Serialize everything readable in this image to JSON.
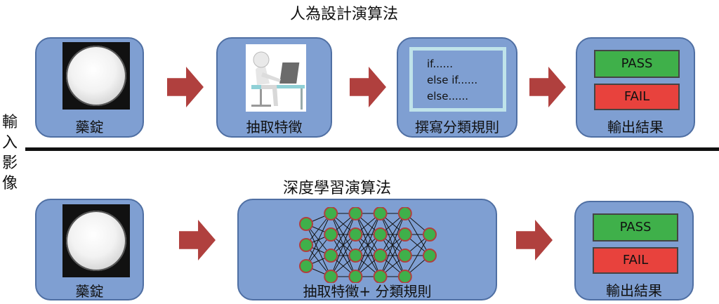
{
  "titles": {
    "top": "人為設計演算法",
    "bottom": "深度學習演算法"
  },
  "side_label": [
    "輸",
    "入",
    "影",
    "像"
  ],
  "top_row": {
    "pill_caption": "藥錠",
    "feature_caption": "抽取特徵",
    "rules_caption": "撰寫分類規則",
    "output_caption": "輸出結果",
    "code_lines": [
      "if......",
      "else if......",
      "else......"
    ],
    "pass_label": "PASS",
    "fail_label": "FAIL"
  },
  "bottom_row": {
    "pill_caption": "藥錠",
    "network_caption": "抽取特徵+ 分類規則",
    "output_caption": "輸出結果",
    "pass_label": "PASS",
    "fail_label": "FAIL"
  },
  "network": {
    "layers": [
      3,
      4,
      4,
      4,
      4,
      2
    ],
    "node_color": "#3fb04a",
    "node_border": "#b0403e"
  },
  "colors": {
    "box_fill": "#7f9fd2",
    "arrow": "#b0403e",
    "pass": "#3fb04a",
    "fail": "#e8423d"
  }
}
